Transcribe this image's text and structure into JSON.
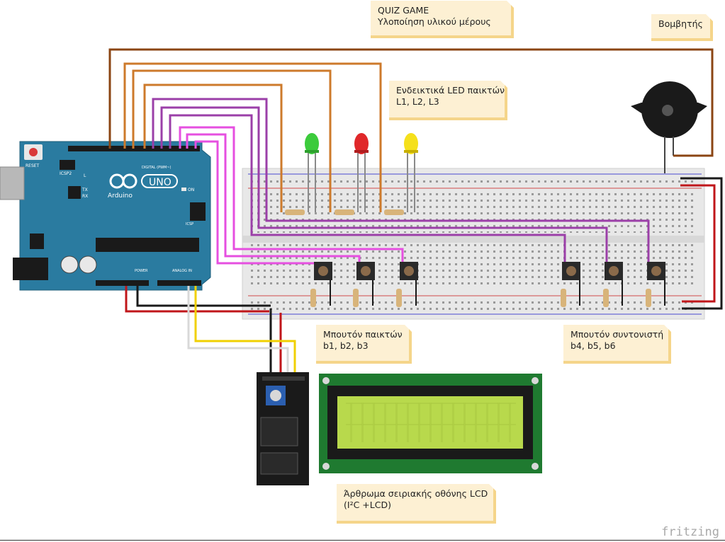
{
  "notes": {
    "title": {
      "line1": "QUIZ GAME",
      "line2": "Υλοποίηση υλικού μέρους"
    },
    "buzzer": {
      "line1": "Βομβητής"
    },
    "leds": {
      "line1": "Ενδεικτικά LED παικτών",
      "line2": "L1, L2, L3"
    },
    "player_buttons": {
      "line1": "Μπουτόν παικτών",
      "line2": "b1, b2, b3"
    },
    "coordinator_buttons": {
      "line1": "Μπουτόν συντονιστή",
      "line2": "b4, b5, b6"
    },
    "lcd": {
      "line1": "Άρθρωμα σειριακής οθόνης LCD",
      "line2": "(I²C +LCD)"
    }
  },
  "board": {
    "reset_label": "RESET",
    "icsp2_label": "ICSP2",
    "logo_text": "Arduino",
    "model_text": "UNO",
    "digital_label": "DIGITAL (PWM~)",
    "on_label": "ON",
    "led_labels": [
      "L",
      "TX",
      "RX"
    ],
    "power_label": "POWER",
    "analog_label": "ANALOG IN",
    "icsp_label": "ICSP"
  },
  "colors": {
    "board": "#2a7ba0",
    "wire_brown": "#8b4513",
    "wire_orange": "#cd7a2b",
    "wire_purple": "#9b3fa8",
    "wire_magenta": "#e64fe0",
    "wire_red": "#c0161a",
    "wire_black": "#1a1a1a",
    "wire_yellow": "#f0d000",
    "wire_white": "#d8d8d8",
    "led_green": "#3ccb3c",
    "led_red": "#e0282a",
    "led_yellow": "#f5e01c",
    "lcd_screen": "#b8d94c",
    "pcb_green": "#1f7a30"
  },
  "watermark": "fritzing"
}
